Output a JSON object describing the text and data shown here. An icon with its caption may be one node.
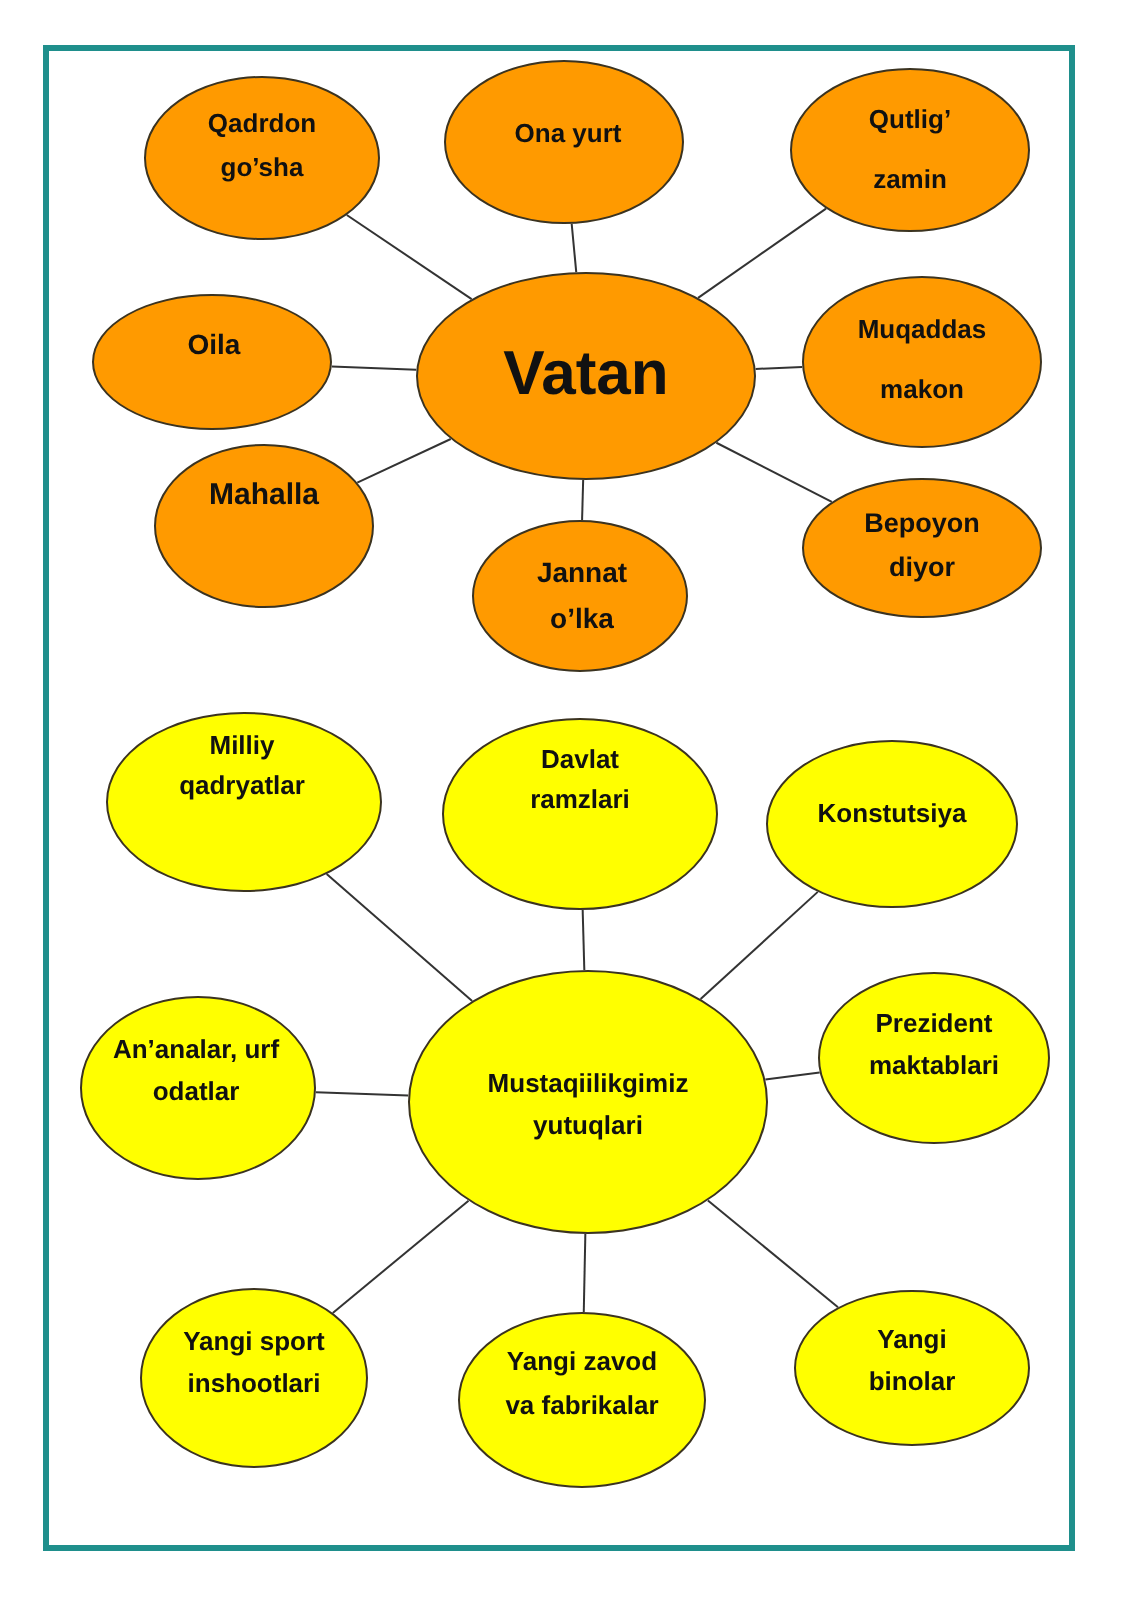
{
  "diagram": {
    "nodes": [
      {
        "text": [
          "Qadrdon go’sha"
        ]
      },
      {
        "text": [
          "Ona yurt"
        ]
      },
      {
        "text": [
          "Qutlig’ zamin"
        ]
      },
      {
        "text": [
          "Oila"
        ]
      },
      {
        "text": [
          "Vatan"
        ]
      },
      {
        "text": [
          "Muqaddas makon"
        ]
      },
      {
        "text": [
          "Mahalla"
        ]
      },
      {
        "text": [
          "Jannat o’lka"
        ]
      },
      {
        "text": [
          "Bepoyon diyor"
        ]
      },
      {
        "text": [
          "Milliy qadryatlar"
        ]
      },
      {
        "text": [
          "Davlat ramzlari"
        ]
      },
      {
        "text": [
          "Konstutsiya"
        ]
      },
      {
        "text": [
          "An’analar, urf odatlar"
        ]
      },
      {
        "text": [
          "Mustaqiilikgimiz yutuqlari"
        ]
      },
      {
        "text": [
          "Prezident maktablari"
        ]
      },
      {
        "text": [
          "Yangi sport inshootlari"
        ]
      },
      {
        "text": [
          "Yangi zavod va fabrikalar"
        ]
      },
      {
        "text": [
          "Yangi binolar"
        ]
      }
    ],
    "edges": [
      {
        "from": 4,
        "to": 0,
        "arrow": "none"
      },
      {
        "from": 4,
        "to": 1,
        "arrow": "none"
      },
      {
        "from": 4,
        "to": 2,
        "arrow": "none"
      },
      {
        "from": 4,
        "to": 3,
        "arrow": "none"
      },
      {
        "from": 4,
        "to": 5,
        "arrow": "none"
      },
      {
        "from": 4,
        "to": 6,
        "arrow": "none"
      },
      {
        "from": 4,
        "to": 7,
        "arrow": "none"
      },
      {
        "from": 4,
        "to": 8,
        "arrow": "none"
      },
      {
        "from": 13,
        "to": 9,
        "arrow": "none"
      },
      {
        "from": 13,
        "to": 10,
        "arrow": "none"
      },
      {
        "from": 13,
        "to": 11,
        "arrow": "none"
      },
      {
        "from": 13,
        "to": 12,
        "arrow": "none"
      },
      {
        "from": 13,
        "to": 14,
        "arrow": "none"
      },
      {
        "from": 13,
        "to": 15,
        "arrow": "none"
      },
      {
        "from": 13,
        "to": 16,
        "arrow": "none"
      },
      {
        "from": 13,
        "to": 17,
        "arrow": "none"
      }
    ]
  }
}
